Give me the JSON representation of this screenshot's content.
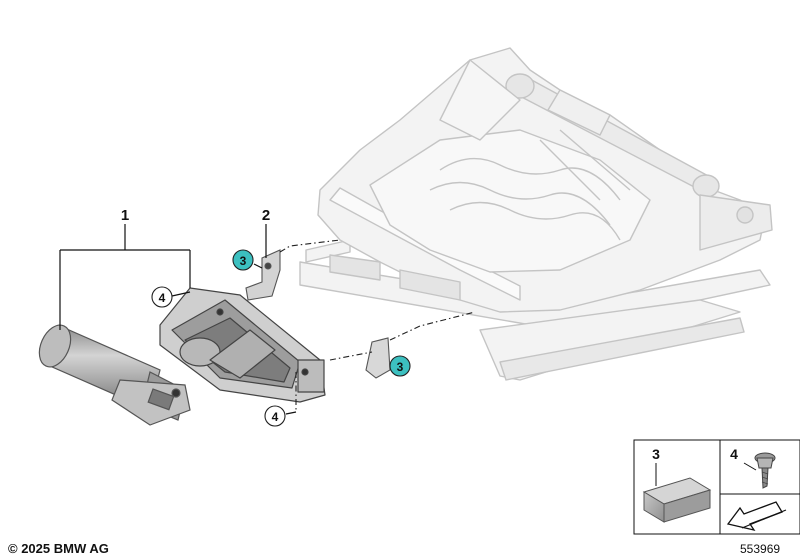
{
  "callouts": {
    "c1": "1",
    "c2": "2",
    "c3a": "3",
    "c3b": "3",
    "c4a": "4",
    "c4b": "4"
  },
  "legend": {
    "item3_label": "3",
    "item4_label": "4"
  },
  "footer": {
    "copyright": "© 2025 BMW AG",
    "image_number": "553969"
  },
  "colors": {
    "highlight": "#3cc0c0",
    "part_dark": "#a8a8a8",
    "frame_light": "#f2f2f2"
  }
}
